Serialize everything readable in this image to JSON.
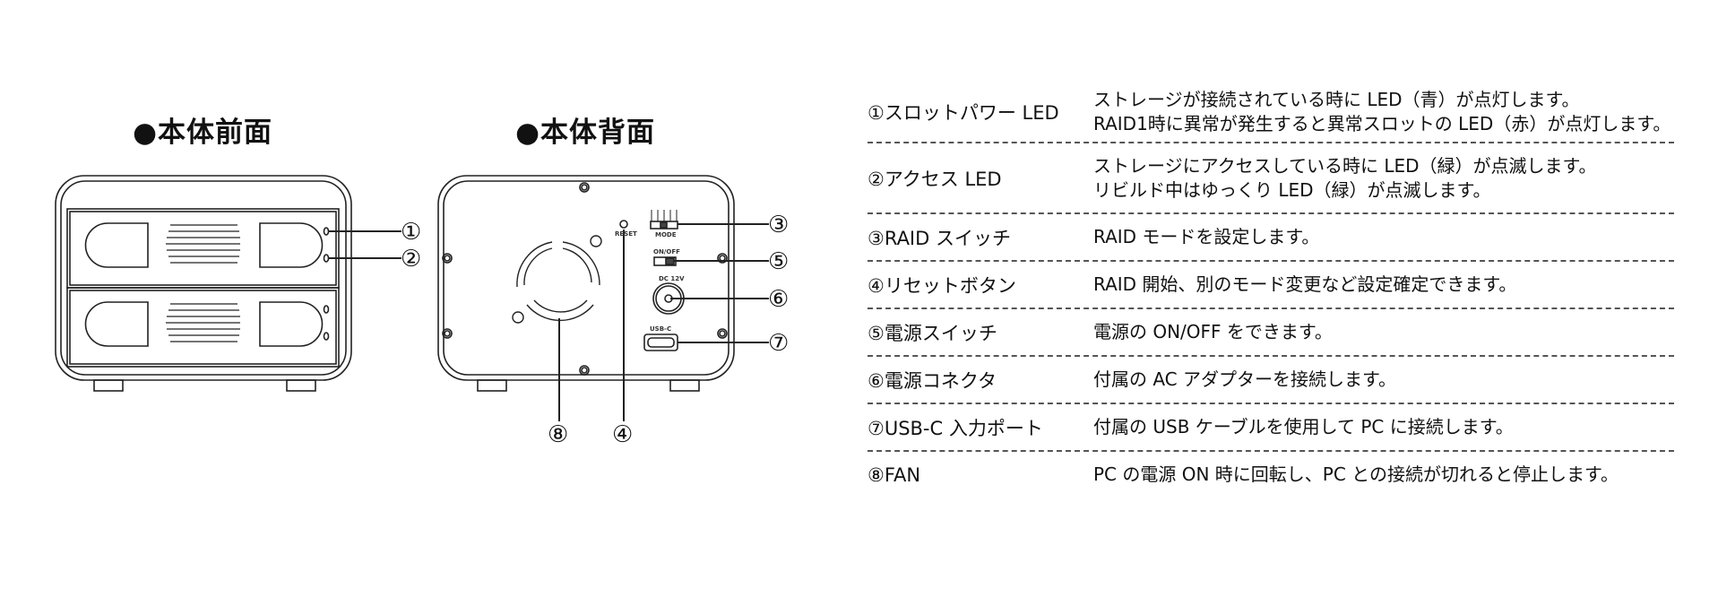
{
  "front": {
    "title": "●本体前面",
    "callouts": [
      "①",
      "②"
    ]
  },
  "back": {
    "title": "●本体背面",
    "labels": {
      "reset": "RESET",
      "mode": "MODE",
      "onoff": "ON/OFF",
      "dc": "DC 12V",
      "usbc": "USB-C"
    },
    "callouts": [
      "③",
      "⑤",
      "⑥",
      "⑦",
      "⑧",
      "④"
    ]
  },
  "table": [
    {
      "label": "①スロットパワー LED",
      "desc": [
        "ストレージが接続されている時に LED（青）が点灯します。",
        "RAID1時に異常が発生すると異常スロットの LED（赤）が点灯します。"
      ]
    },
    {
      "label": "②アクセス LED",
      "desc": [
        "ストレージにアクセスしている時に LED（緑）が点滅します。",
        "リビルド中はゆっくり LED（緑）が点滅します。"
      ]
    },
    {
      "label": "③RAID スイッチ",
      "desc": [
        "RAID モードを設定します。"
      ]
    },
    {
      "label": "④リセットボタン",
      "desc": [
        "RAID 開始、別のモード変更など設定確定できます。"
      ]
    },
    {
      "label": "⑤電源スイッチ",
      "desc": [
        "電源の ON/OFF をできます。"
      ]
    },
    {
      "label": "⑥電源コネクタ",
      "desc": [
        "付属の AC アダプターを接続します。"
      ]
    },
    {
      "label": "⑦USB-C 入力ポート",
      "desc": [
        "付属の USB ケーブルを使用して PC に接続します。"
      ]
    },
    {
      "label": "⑧FAN",
      "desc": [
        "PC の電源 ON 時に回転し、PC との接続が切れると停止します。"
      ]
    }
  ]
}
